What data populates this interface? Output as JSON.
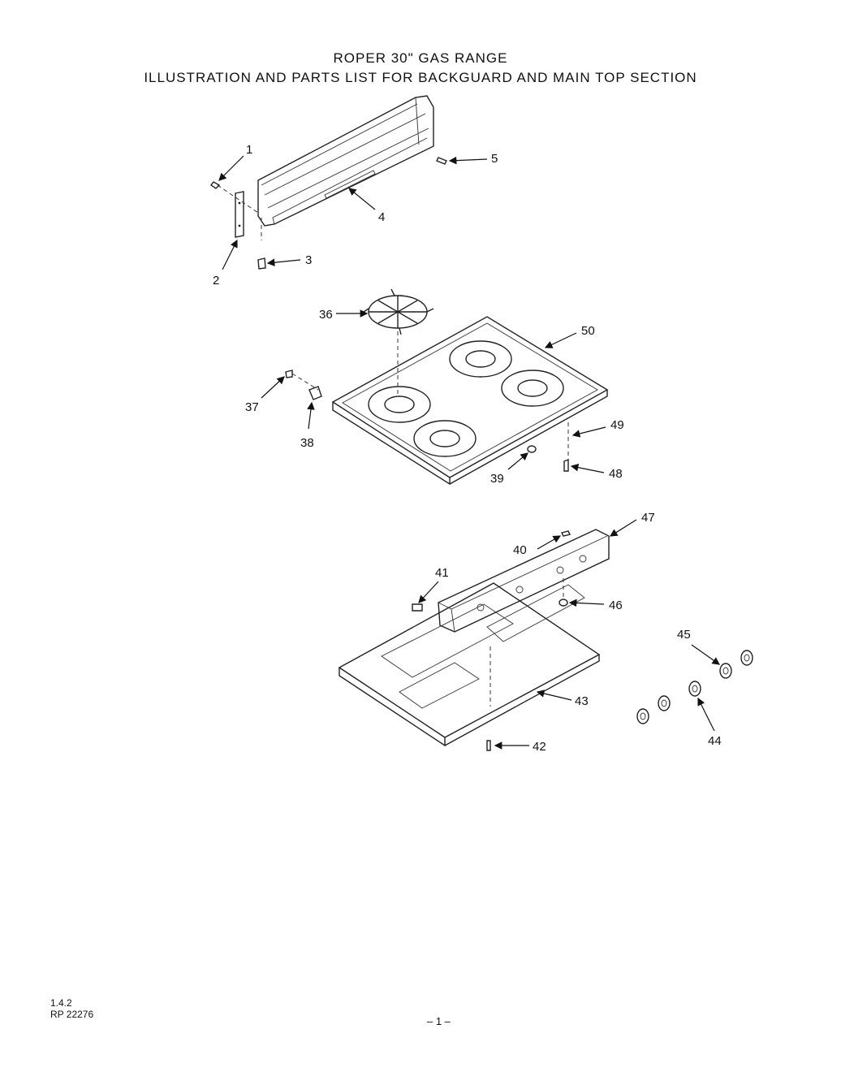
{
  "title": {
    "line1": "ROPER 30\" GAS RANGE",
    "line2": "ILLUSTRATION AND PARTS LIST FOR BACKGUARD AND MAIN TOP SECTION"
  },
  "callouts": {
    "c1": "1",
    "c2": "2",
    "c3": "3",
    "c4": "4",
    "c5": "5",
    "c36": "36",
    "c37": "37",
    "c38": "38",
    "c39": "39",
    "c40": "40",
    "c41": "41",
    "c42": "42",
    "c43": "43",
    "c44": "44",
    "c45": "45",
    "c46": "46",
    "c47": "47",
    "c48": "48",
    "c49": "49",
    "c50": "50"
  },
  "footer": {
    "code_line1": "1.4.2",
    "code_line2": "RP 22276",
    "page_number": "– 1 –"
  }
}
